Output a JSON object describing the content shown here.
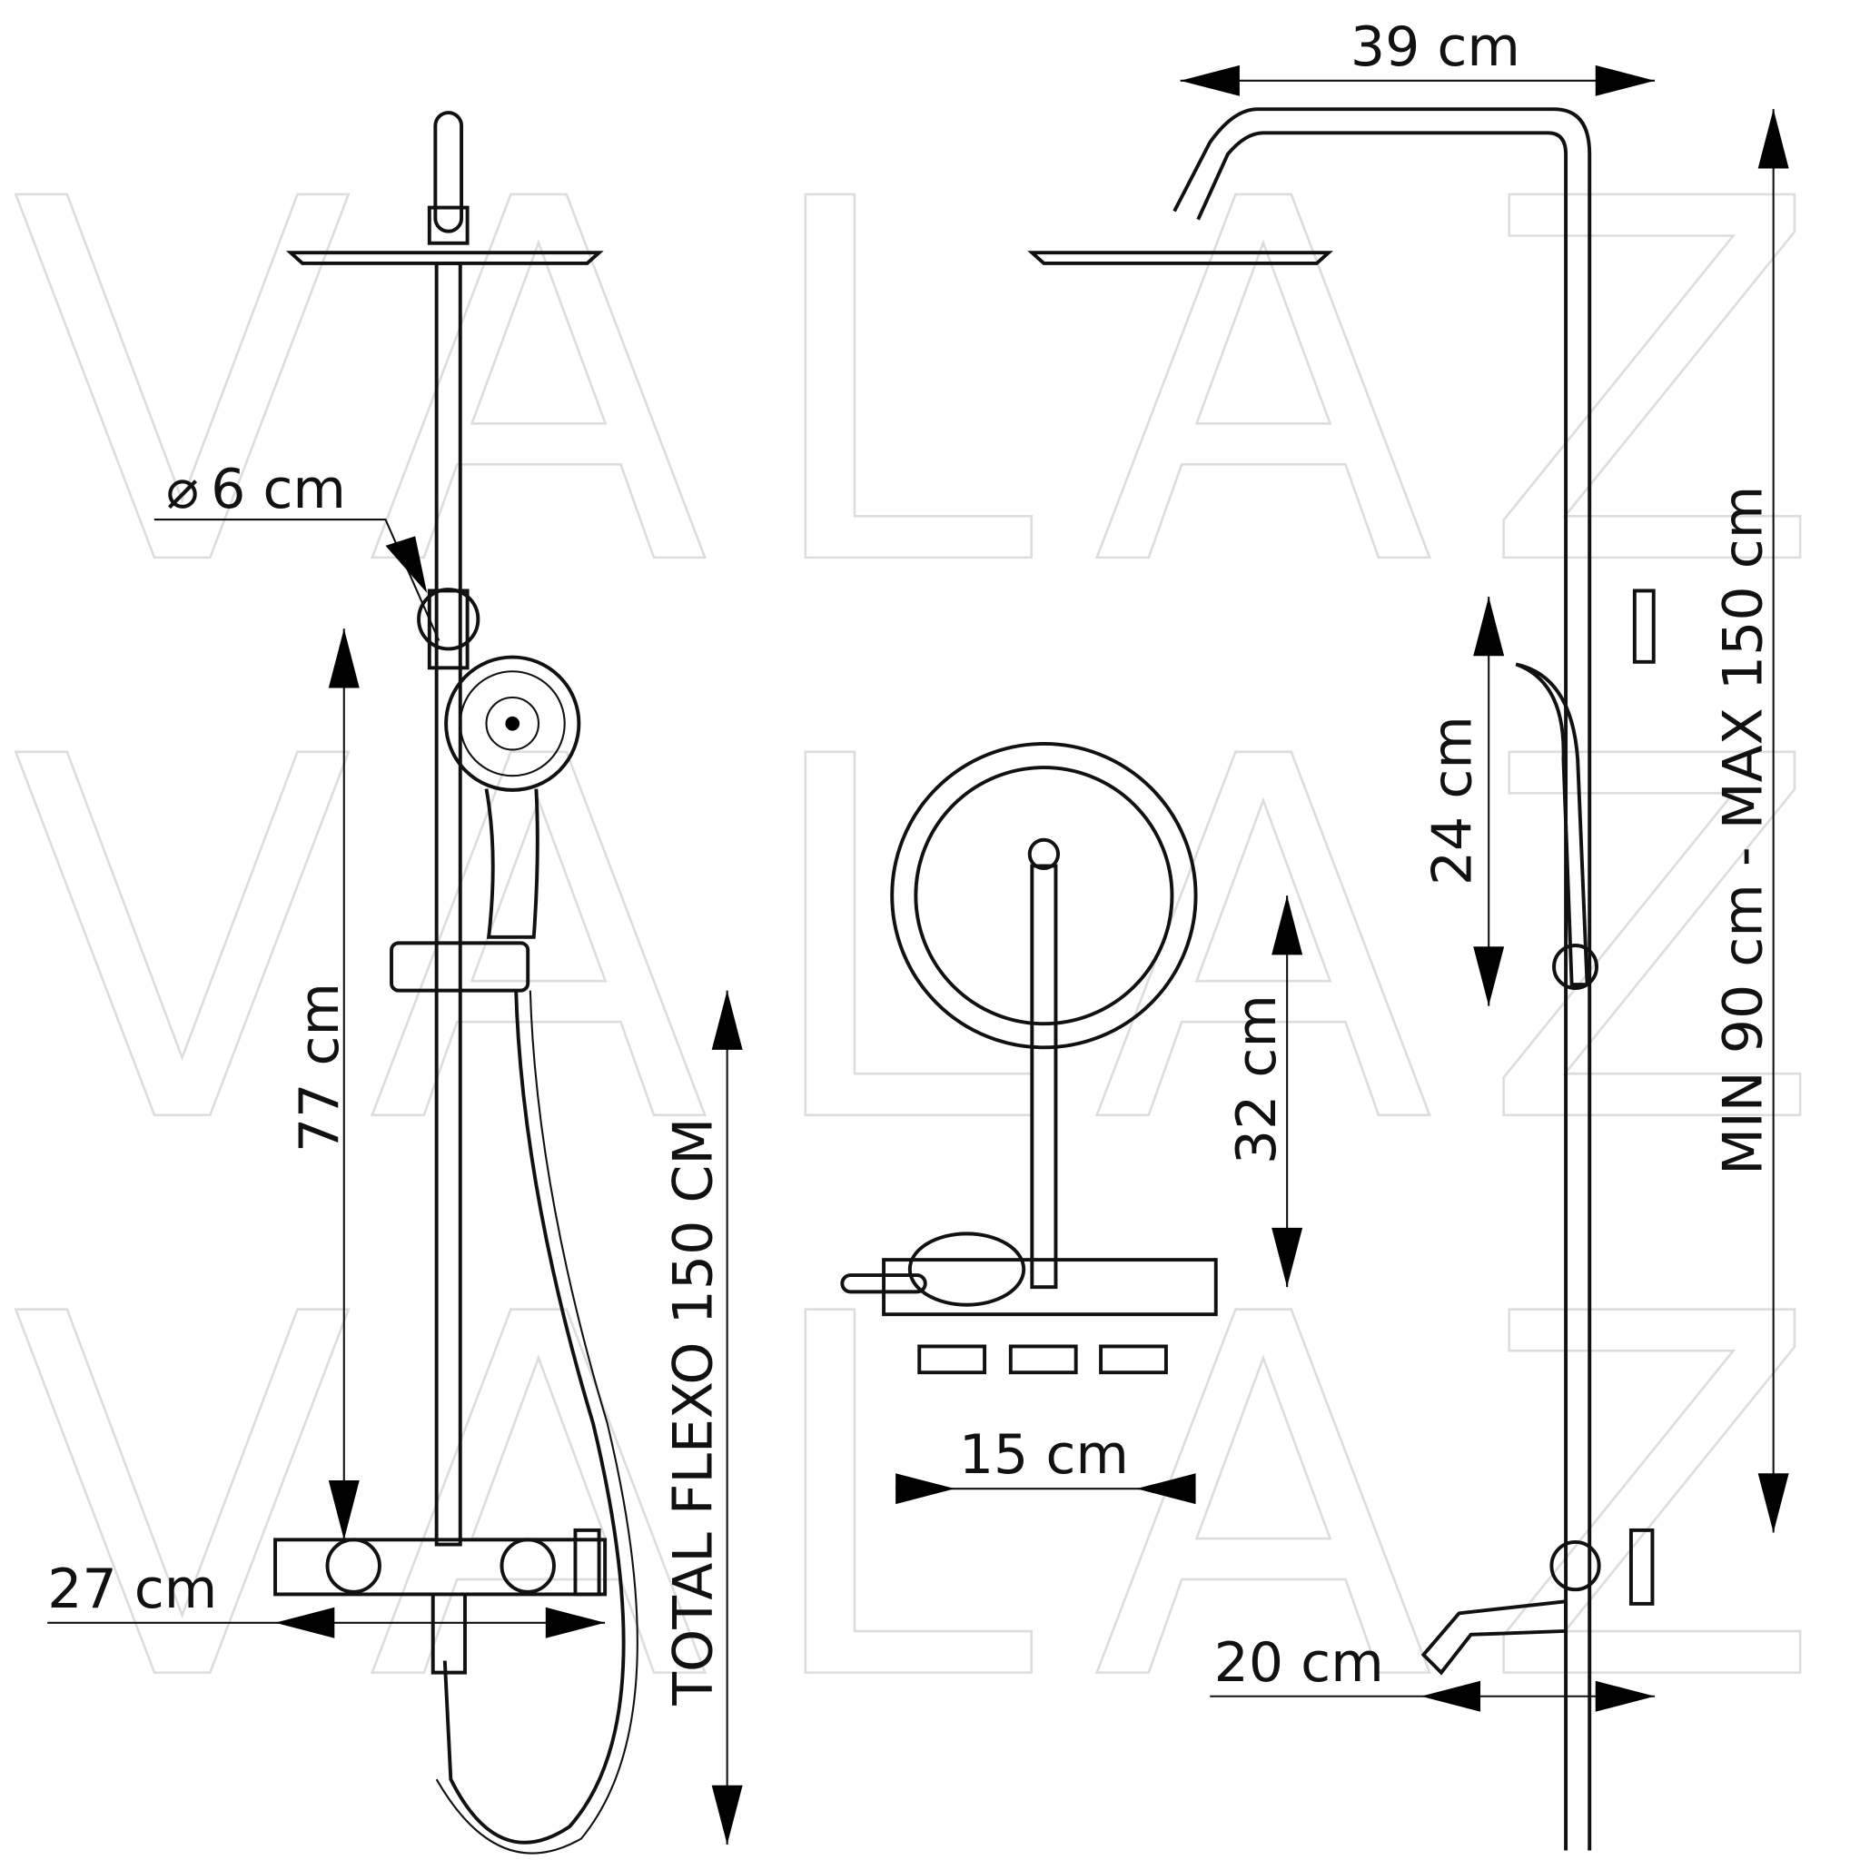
{
  "watermark": "VALAZ",
  "dimensions": {
    "top_arm_width": "39 cm",
    "rod_diameter": "6 cm",
    "slide_bar_height": "77 cm",
    "hose_length": "TOTAL FLEXO 150 CM",
    "mixer_width": "27 cm",
    "handshower_length": "24 cm",
    "mixer_to_outlet": "32 cm",
    "connection_spacing": "15 cm",
    "spout_length": "20 cm",
    "height_range": "MIN 90 cm - MAX 150 cm"
  }
}
